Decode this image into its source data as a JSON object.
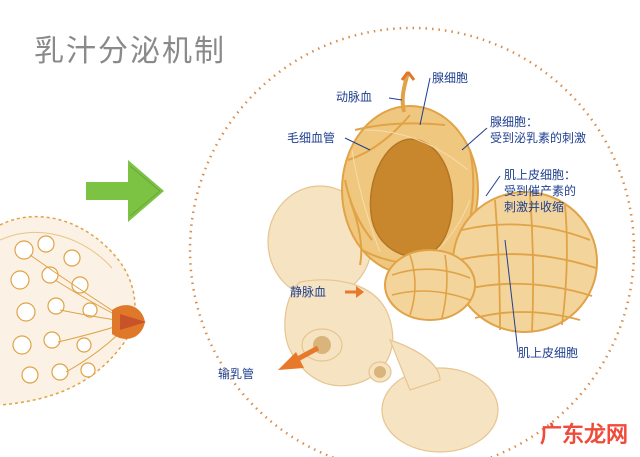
{
  "title": "乳汁分泌机制",
  "labels": {
    "arteries": "动脉血",
    "alveolar_cells": "腺细胞",
    "alveolar_cells_desc_line1": "腺细胞：",
    "alveolar_cells_desc_line2": "受到泌乳素的刺激",
    "capillaries": "毛细血管",
    "myoepithelial_desc_line1": "肌上皮细胞：",
    "myoepithelial_desc_line2": "受到催产素的",
    "myoepithelial_desc_line3": "刺激并收缩",
    "veins": "静脉血",
    "myoepithelial_cells": "肌上皮细胞",
    "milk_duct": "输乳管"
  },
  "watermark": "广东龙网",
  "colors": {
    "title_gray": "#8a8a8a",
    "label_blue": "#1f3f8f",
    "arrow_green": "#7cc243",
    "dotted_circle": "#d98b4a",
    "gland_cream": "#f6e3c1",
    "network_orange": "#e0a347",
    "core_brown": "#c8872c",
    "duct_arrow_orange": "#e8782a",
    "watermark_red": "#f04a3a"
  }
}
